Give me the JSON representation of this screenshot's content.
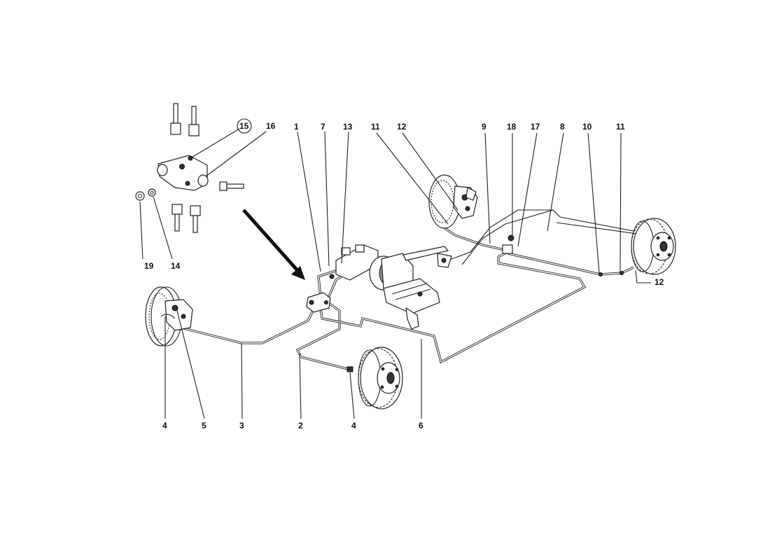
{
  "callouts": [
    {
      "id": "c1",
      "label": "1"
    },
    {
      "id": "c7",
      "label": "7"
    },
    {
      "id": "c13",
      "label": "13"
    },
    {
      "id": "c11a",
      "label": "11"
    },
    {
      "id": "c12a",
      "label": "12"
    },
    {
      "id": "c9",
      "label": "9"
    },
    {
      "id": "c18",
      "label": "18"
    },
    {
      "id": "c17",
      "label": "17"
    },
    {
      "id": "c8",
      "label": "8"
    },
    {
      "id": "c10",
      "label": "10"
    },
    {
      "id": "c11b",
      "label": "11"
    },
    {
      "id": "c12b",
      "label": "12"
    },
    {
      "id": "c15",
      "label": "15"
    },
    {
      "id": "c16",
      "label": "16"
    },
    {
      "id": "c19",
      "label": "19"
    },
    {
      "id": "c14",
      "label": "14"
    },
    {
      "id": "c4a",
      "label": "4"
    },
    {
      "id": "c5",
      "label": "5"
    },
    {
      "id": "c3",
      "label": "3"
    },
    {
      "id": "c2",
      "label": "2"
    },
    {
      "id": "c4b",
      "label": "4"
    },
    {
      "id": "c6",
      "label": "6"
    }
  ]
}
